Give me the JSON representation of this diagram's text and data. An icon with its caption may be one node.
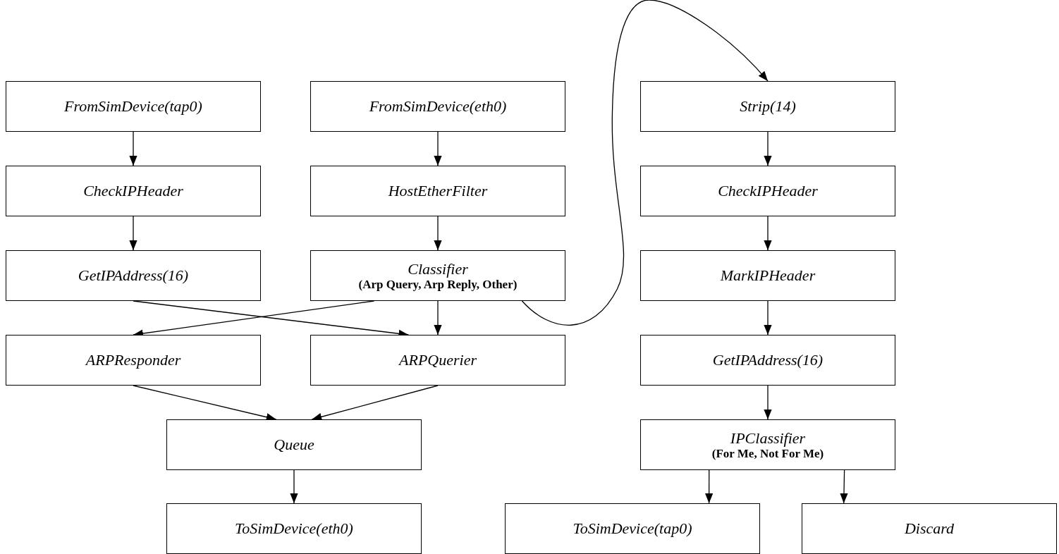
{
  "diagram": {
    "nodes": [
      {
        "text": [
          "FromSimDevice(tap0)"
        ]
      },
      {
        "text": [
          "FromSimDevice(eth0)"
        ]
      },
      {
        "text": [
          "CheckIPHeader"
        ]
      },
      {
        "text": [
          "HostEtherFilter"
        ]
      },
      {
        "text": [
          "GetIPAddress(16)"
        ]
      },
      {
        "text": [
          "Classifier",
          "(Arp Query, Arp Reply, Other)"
        ]
      },
      {
        "text": [
          "ARPResponder"
        ]
      },
      {
        "text": [
          "ARPQuerier"
        ]
      },
      {
        "text": [
          "Queue"
        ]
      },
      {
        "text": [
          "ToSimDevice(eth0)"
        ]
      },
      {
        "text": [
          "Strip(14)"
        ]
      },
      {
        "text": [
          "CheckIPHeader"
        ]
      },
      {
        "text": [
          "MarkIPHeader"
        ]
      },
      {
        "text": [
          "GetIPAddress(16)"
        ]
      },
      {
        "text": [
          "IPClassifier",
          "(For Me, Not For Me)"
        ]
      },
      {
        "text": [
          "ToSimDevice(tap0)"
        ]
      },
      {
        "text": [
          "Discard"
        ]
      }
    ],
    "edges": [
      {
        "from": 0,
        "to": 2,
        "arrow": "to"
      },
      {
        "from": 2,
        "to": 4,
        "arrow": "to"
      },
      {
        "from": 4,
        "to": 7,
        "arrow": "to"
      },
      {
        "from": 1,
        "to": 3,
        "arrow": "to"
      },
      {
        "from": 3,
        "to": 5,
        "arrow": "to"
      },
      {
        "from": 5,
        "to": 6,
        "arrow": "to"
      },
      {
        "from": 5,
        "to": 7,
        "arrow": "to"
      },
      {
        "from": 5,
        "to": 10,
        "arrow": "to"
      },
      {
        "from": 6,
        "to": 8,
        "arrow": "to"
      },
      {
        "from": 7,
        "to": 8,
        "arrow": "to"
      },
      {
        "from": 8,
        "to": 9,
        "arrow": "to"
      },
      {
        "from": 10,
        "to": 11,
        "arrow": "to"
      },
      {
        "from": 11,
        "to": 12,
        "arrow": "to"
      },
      {
        "from": 12,
        "to": 13,
        "arrow": "to"
      },
      {
        "from": 13,
        "to": 14,
        "arrow": "to"
      },
      {
        "from": 14,
        "to": 15,
        "arrow": "to"
      },
      {
        "from": 14,
        "to": 16,
        "arrow": "to"
      }
    ]
  }
}
